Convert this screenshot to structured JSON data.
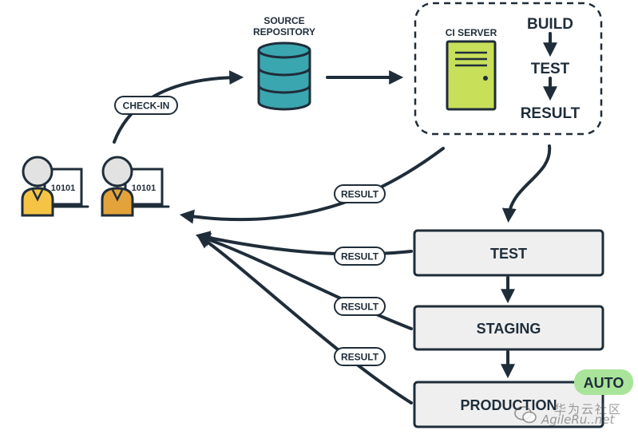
{
  "nodes": {
    "source_repository": {
      "line1": "SOURCE",
      "line2": "REPOSITORY"
    },
    "ci_server": {
      "label": "CI SERVER"
    },
    "ci_steps": {
      "build": "BUILD",
      "test": "TEST",
      "result": "RESULT"
    },
    "developer_screens": {
      "left": "10101",
      "right": "10101"
    }
  },
  "edges": {
    "check_in": "CHECK-IN",
    "result_ci": "RESULT",
    "result_test": "RESULT",
    "result_staging": "RESULT",
    "result_production": "RESULT"
  },
  "stages": {
    "test": "TEST",
    "staging": "STAGING",
    "production": "PRODUCTION"
  },
  "badge": {
    "auto": "AUTO"
  },
  "watermark": {
    "cn": "华为云社区",
    "en": "AgileRu..net"
  },
  "colors": {
    "ink": "#1f2d3a",
    "database": "#3aa6b0",
    "server": "#c8df5a",
    "badge": "#a9e49a",
    "stage_fill": "#efefef",
    "dev_left_shirt": "#f5c445",
    "dev_right_shirt": "#e3a33a"
  }
}
